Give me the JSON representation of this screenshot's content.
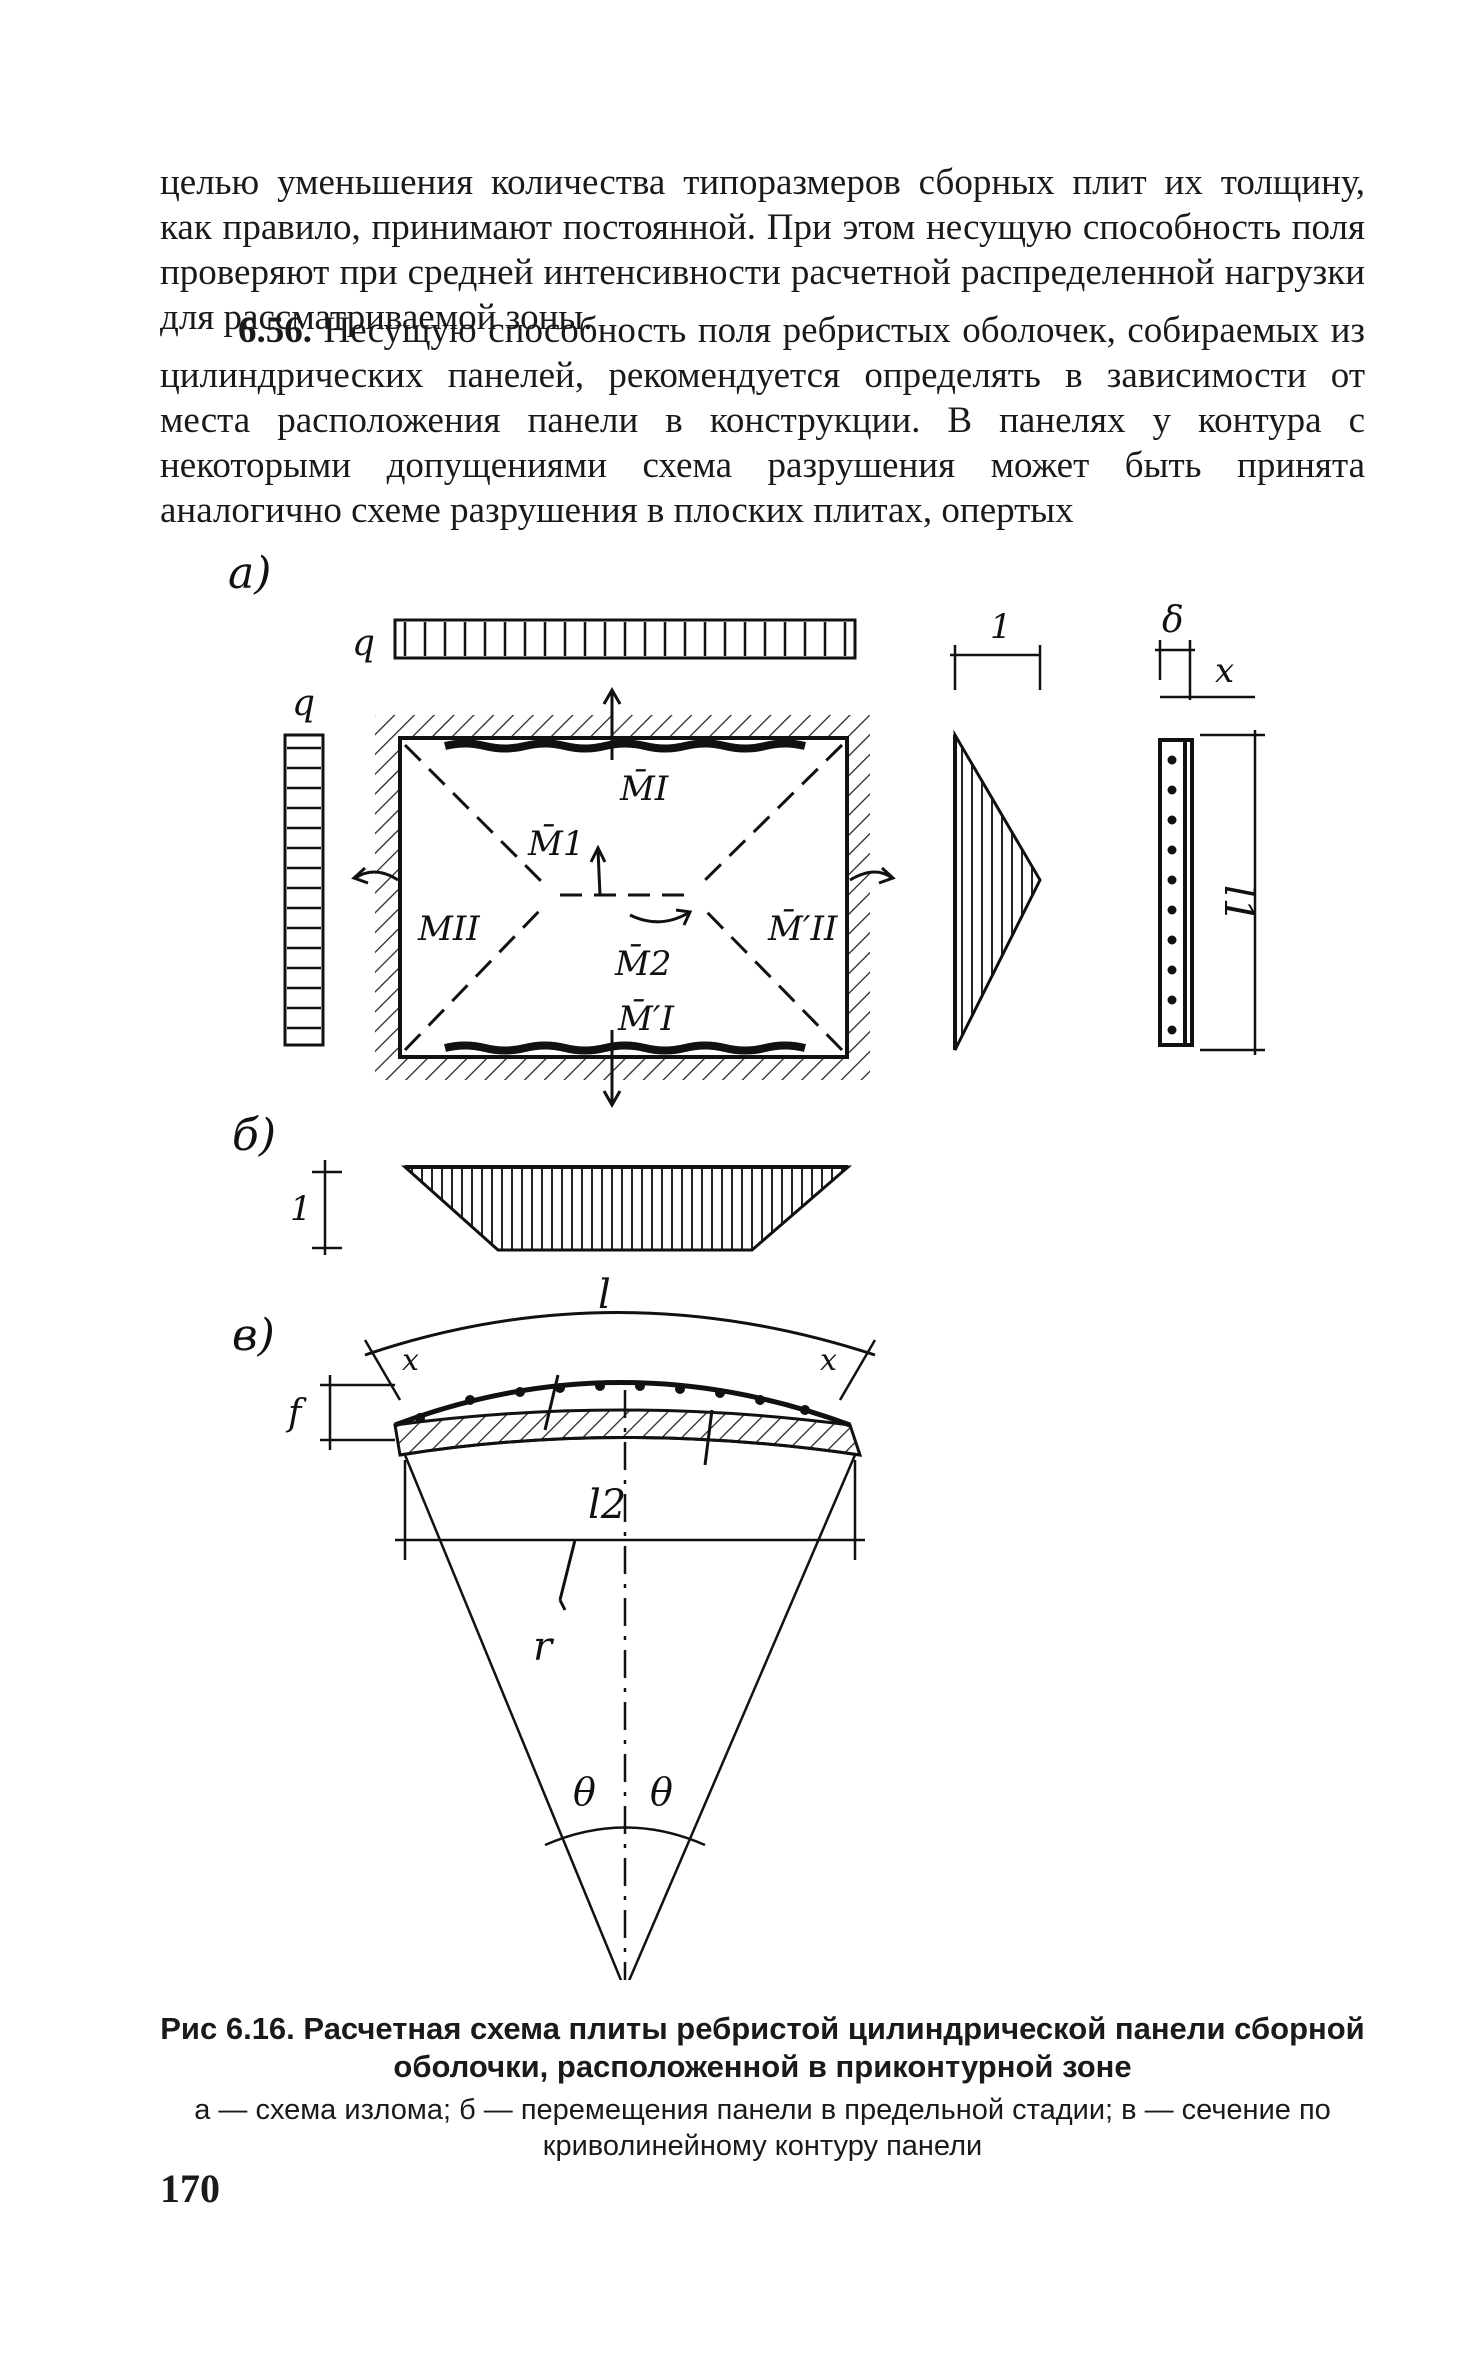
{
  "body_text": {
    "continuation_paragraph": "целью уменьшения количества типоразмеров сборных плит их толщину, как правило, принимают постоянной. При этом несущую способность поля проверяют при средней интенсивности расчетной распределенной нагрузки для рассматриваемой зоны.",
    "section_number": "6.56.",
    "section_paragraph": "Несущую способность поля ребристых оболочек, собираемых из цилиндрических панелей, рекомендуется определять в зависимости от места расположения панели в конструкции. В панелях у контура с некоторыми допущениями схема разрушения может быть принята аналогично схеме разрушения в плоских плитах, опертых"
  },
  "figure": {
    "panel_labels": {
      "a": "а)",
      "b": "б)",
      "v": "в)"
    },
    "load_labels": {
      "q_top": "q",
      "q_left": "q"
    },
    "moment_labels": {
      "M_I_top": "M̄I",
      "M_1": "M̄1",
      "M_II_left": "MII",
      "M_II_right": "M̄′II",
      "M_2": "M̄2",
      "M_I_bottom": "M̄′I"
    },
    "dimension_labels": {
      "one_right": "1",
      "delta": "δ",
      "x_section": "x",
      "l1": "l1",
      "one_b": "1",
      "l_arc": "l",
      "f": "f",
      "x_left": "x",
      "x_right": "x",
      "l2": "l2",
      "r": "r",
      "theta_left": "θ",
      "theta_right": "θ"
    }
  },
  "caption": {
    "figure_number": "Рис 6.16.",
    "title": "Расчетная схема плиты ребристой цилиндрической панели сборной оболочки, расположенной в приконтурной зоне",
    "notes": "а — схема излома; б — перемещения панели в предельной стадии; в — сечение по криволинейному контуру панели"
  },
  "page_number": "170"
}
